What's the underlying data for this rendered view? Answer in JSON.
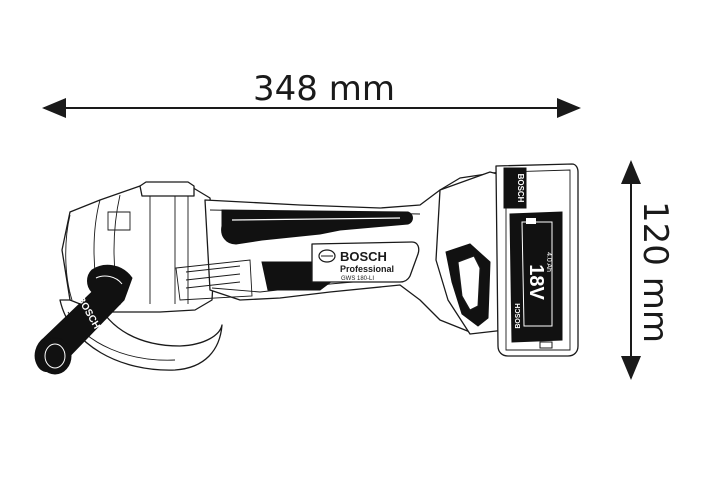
{
  "dimensions": {
    "length_label": "348 mm",
    "height_label": "120 mm"
  },
  "tool": {
    "brand": "BOSCH",
    "line": "Professional",
    "model": "GWS 180-LI",
    "handle_brand": "BOSCH"
  },
  "battery": {
    "voltage": "18V",
    "capacity": "4.0 Ah",
    "brand": "BOSCH",
    "top_label": "BOSCH"
  },
  "colors": {
    "line": "#1a1a1a",
    "fill_dark": "#111111",
    "background": "#ffffff"
  }
}
